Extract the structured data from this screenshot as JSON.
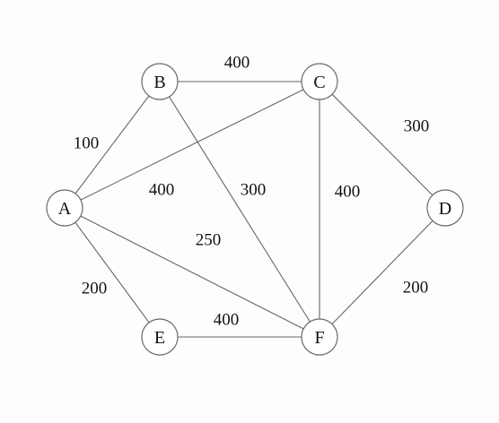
{
  "nodes": [
    {
      "id": "A",
      "label": "A"
    },
    {
      "id": "B",
      "label": "B"
    },
    {
      "id": "C",
      "label": "C"
    },
    {
      "id": "D",
      "label": "D"
    },
    {
      "id": "E",
      "label": "E"
    },
    {
      "id": "F",
      "label": "F"
    }
  ],
  "edges": [
    {
      "from": "A",
      "to": "B",
      "weight": "100"
    },
    {
      "from": "A",
      "to": "C",
      "weight": "400"
    },
    {
      "from": "A",
      "to": "F",
      "weight": "250"
    },
    {
      "from": "A",
      "to": "E",
      "weight": "200"
    },
    {
      "from": "B",
      "to": "C",
      "weight": "400"
    },
    {
      "from": "B",
      "to": "F",
      "weight": "300"
    },
    {
      "from": "C",
      "to": "F",
      "weight": "400"
    },
    {
      "from": "C",
      "to": "D",
      "weight": "300"
    },
    {
      "from": "D",
      "to": "F",
      "weight": "200"
    },
    {
      "from": "E",
      "to": "F",
      "weight": "400"
    }
  ],
  "colors": {
    "edge": "#666666",
    "node_stroke": "#6a6a6a",
    "node_fill": "#ffffff",
    "text": "#111111"
  }
}
